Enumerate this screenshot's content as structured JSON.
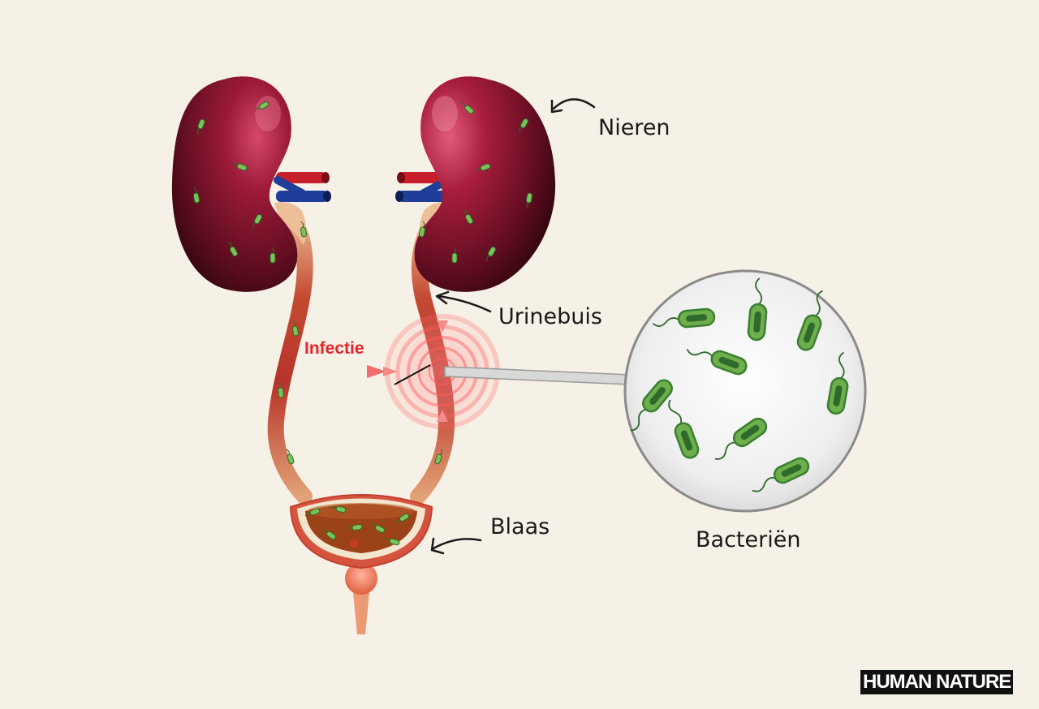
{
  "labels": {
    "kidneys": "Nieren",
    "ureter": "Urinebuis",
    "bladder": "Blaas",
    "bacteria": "Bacteriën",
    "infection": "Infectie"
  },
  "logo": {
    "text": "HUMAN NATURE"
  },
  "colors": {
    "background": "#f6f1e6",
    "kidney": "#8a1530",
    "kidney_dark": "#3a0710",
    "artery": "#c8202a",
    "vein": "#1e3e9a",
    "ureter_light": "#e8b08a",
    "ureter_dark": "#b8332a",
    "bacterium": "#6dae4d",
    "infection": "#e8232a"
  }
}
